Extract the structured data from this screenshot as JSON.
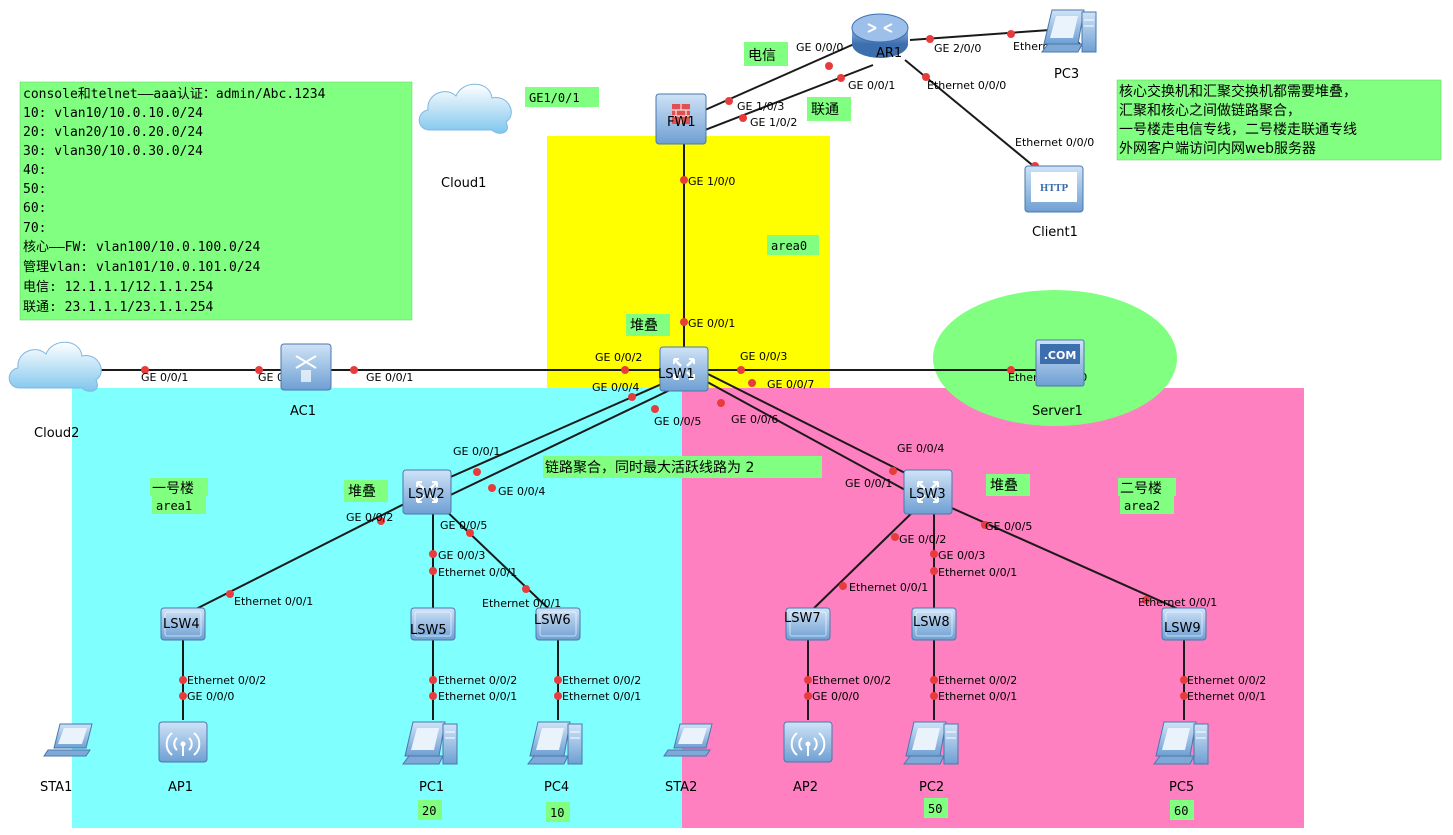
{
  "config_note": {
    "lines": [
      "console和telnet——aaa认证：admin/Abc.1234",
      "10: vlan10/10.0.10.0/24",
      "20: vlan20/10.0.20.0/24",
      "30: vlan30/10.0.30.0/24",
      "40:",
      "50:",
      "60:",
      "70:",
      "核心——FW: vlan100/10.0.100.0/24",
      "管理vlan: vlan101/10.0.101.0/24",
      "电信: 12.1.1.1/12.1.1.254",
      "联通: 23.1.1.1/23.1.1.254"
    ]
  },
  "requirement_note": {
    "lines": [
      "核心交换机和汇聚交换机都需要堆叠，",
      "汇聚和核心之间做链路聚合，",
      "一号楼走电信专线，二号楼走联通专线",
      "外网客户端访问内网web服务器"
    ]
  },
  "tags": {
    "telecom": "电信",
    "unicom": "联通",
    "fw_port": "GE1/0/1",
    "area0": "area0",
    "area1": "area1",
    "area2": "area2",
    "bldg1": "一号楼",
    "bldg2": "二号楼",
    "stack_lsw1": "堆叠",
    "stack_lsw2": "堆叠",
    "stack_lsw3": "堆叠",
    "link_agg": "链路聚合，同时最大活跃线路为 2",
    "vlan_pc1": "20",
    "vlan_pc4": "10",
    "vlan_pc2": "50",
    "vlan_pc5": "60"
  },
  "nodes": {
    "ar1": "AR1",
    "pc3": "PC3",
    "client1": "Client1",
    "fw1": "FW1",
    "cloud1": "Cloud1",
    "cloud2": "Cloud2",
    "ac1": "AC1",
    "lsw1": "LSW1",
    "server1": "Server1",
    "lsw2": "LSW2",
    "lsw3": "LSW3",
    "lsw4": "LSW4",
    "lsw5": "LSW5",
    "lsw6": "LSW6",
    "lsw7": "LSW7",
    "lsw8": "LSW8",
    "lsw9": "LSW9",
    "ap1": "AP1",
    "ap2": "AP2",
    "pc1": "PC1",
    "pc4": "PC4",
    "pc2": "PC2",
    "pc5": "PC5",
    "sta1": "STA1",
    "sta2": "STA2",
    "client_icon_text": "HTTP",
    "server_icon_text": ".COM"
  },
  "ports": {
    "ar1_ge000": "GE 0/0/0",
    "ar1_ge001": "GE 0/0/1",
    "ar1_ge200": "GE 2/0/0",
    "pc3_eth001": "Ethernet 0/0/1",
    "ar1_eth000": "Ethernet 0/0/0",
    "client1_eth000": "Ethernet 0/0/0",
    "fw1_ge103": "GE 1/0/3",
    "fw1_ge102": "GE 1/0/2",
    "fw1_ge100": "GE 1/0/0",
    "lsw1_ge001": "GE 0/0/1",
    "lsw1_ge002": "GE 0/0/2",
    "lsw1_ge003": "GE 0/0/3",
    "lsw1_ge004": "GE 0/0/4",
    "lsw1_ge005": "GE 0/0/5",
    "lsw1_ge006": "GE 0/0/6",
    "lsw1_ge007": "GE 0/0/7",
    "server1_eth000": "Ethernet 0/0/0",
    "cloud2_ge001": "GE 0/0/1",
    "ac1_ge002": "GE 0/0/2",
    "ac1_ge001": "GE 0/0/1",
    "lsw2_ge001": "GE 0/0/1",
    "lsw2_ge004": "GE 0/0/4",
    "lsw2_ge002": "GE 0/0/2",
    "lsw2_ge005": "GE 0/0/5",
    "lsw2_ge003": "GE 0/0/3",
    "lsw3_ge004": "GE 0/0/4",
    "lsw3_ge001": "GE 0/0/1",
    "lsw3_ge002": "GE 0/0/2",
    "lsw3_ge003": "GE 0/0/3",
    "lsw3_ge005": "GE 0/0/5",
    "lsw4_eth001": "Ethernet 0/0/1",
    "lsw4_eth002": "Ethernet 0/0/2",
    "ap1_ge000": "GE 0/0/0",
    "lsw5_eth001": "Ethernet 0/0/1",
    "lsw5_eth002": "Ethernet 0/0/2",
    "pc1_eth001": "Ethernet 0/0/1",
    "lsw6_eth001": "Ethernet 0/0/1",
    "lsw6_eth002": "Ethernet 0/0/2",
    "pc4_eth001": "Ethernet 0/0/1",
    "lsw7_eth001": "Ethernet 0/0/1",
    "lsw7_eth002": "Ethernet 0/0/2",
    "ap2_ge000": "GE 0/0/0",
    "lsw8_eth001": "Ethernet 0/0/1",
    "lsw8_eth002": "Ethernet 0/0/2",
    "pc2_eth001": "Ethernet 0/0/1",
    "lsw9_eth001": "Ethernet 0/0/1",
    "lsw9_eth002": "Ethernet 0/0/2",
    "pc5_eth001": "Ethernet 0/0/1"
  },
  "colors": {
    "area0": "#ffff00",
    "area1": "#80ffff",
    "area2": "#ff80c0",
    "note": "#80ff80",
    "port_dot": "#e83c3c",
    "device_blue": "#4f87c9"
  }
}
